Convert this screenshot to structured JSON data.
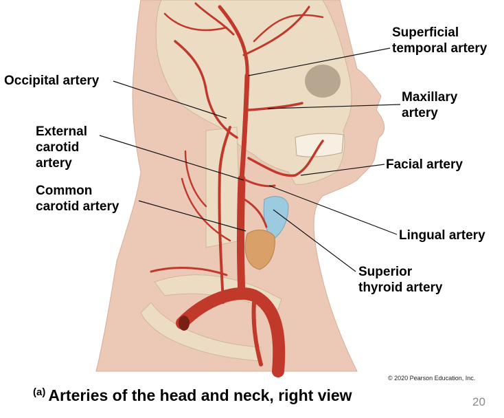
{
  "labels": {
    "superficial_temporal": "Superficial\ntemporal artery",
    "occipital": "Occipital artery",
    "maxillary": "Maxillary\nartery",
    "external_carotid": "External\ncarotid\nartery",
    "facial": "Facial artery",
    "common_carotid": "Common\ncarotid artery",
    "lingual": "Lingual artery",
    "superior_thyroid": "Superior\nthyroid artery"
  },
  "copyright": "© 2020 Pearson Education, Inc.",
  "caption": {
    "tag": "(a)",
    "text": "Arteries of the head and neck, right view"
  },
  "page_number": "20",
  "colors": {
    "skin": "#ecc9b6",
    "bone": "#ecdcc4",
    "artery": "#c0392b",
    "thyroid": "#9ccbe0",
    "gland": "#d9a06a"
  }
}
